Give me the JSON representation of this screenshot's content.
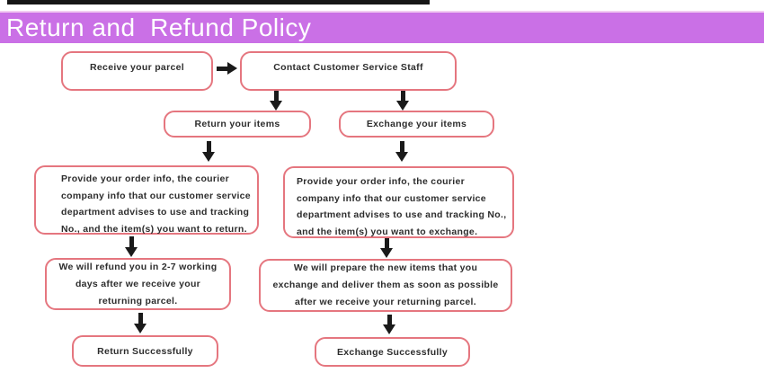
{
  "header": {
    "title": "Return and  Refund Policy"
  },
  "colors": {
    "header_bar": "#ca70e6",
    "header_text": "#ffffff",
    "box_border": "#e5767f",
    "box_text": "#2d2d2d",
    "arrow": "#1a1a1a",
    "top_strip": "#161616"
  },
  "flow": {
    "receive": {
      "label": "Receive your parcel"
    },
    "contact": {
      "label": "Contact Customer Service Staff"
    },
    "return_items": {
      "label": "Return your items"
    },
    "exchange_items": {
      "label": "Exchange your items"
    },
    "provide_return": {
      "lines": [
        "Provide your order info, the courier",
        "company info that our customer service",
        "department advises to use and tracking",
        "No., and the item(s) you want to return."
      ]
    },
    "provide_exchange": {
      "lines": [
        "Provide your order info, the courier",
        "company info that our customer  service",
        "department advises to use and  tracking No.,",
        "and the item(s) you want to exchange."
      ]
    },
    "refund": {
      "lines": [
        "We will refund you in 2-7 working",
        "days after we receive your",
        "returning parcel."
      ]
    },
    "prepare": {
      "lines": [
        "We will prepare the new items that you",
        "exchange  and deliver them as soon as possible",
        "after we receive your returning parcel."
      ]
    },
    "return_success": {
      "label": "Return Successfully"
    },
    "exchange_success": {
      "label": "Exchange Successfully"
    }
  }
}
